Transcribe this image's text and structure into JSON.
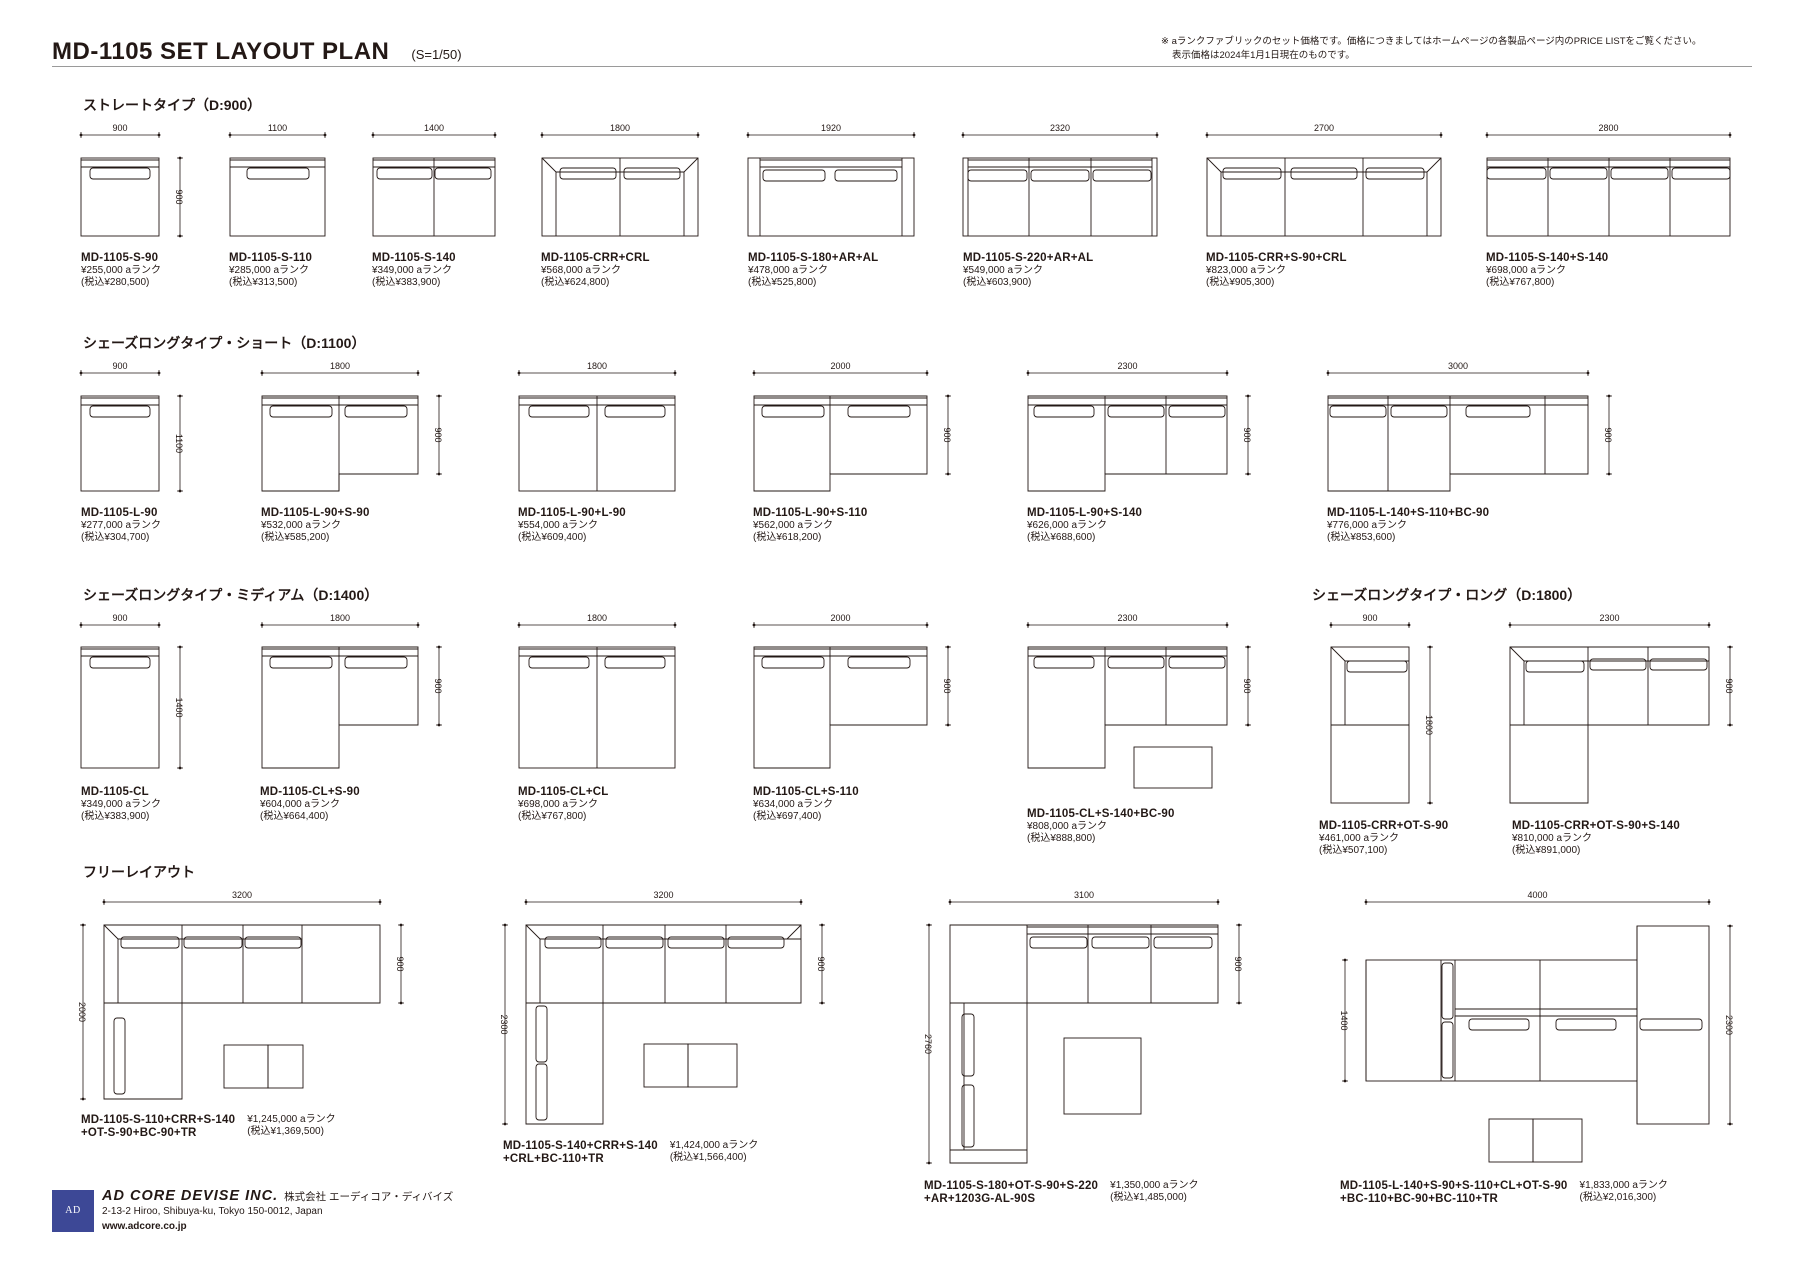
{
  "header": {
    "title": "MD-1105  SET LAYOUT PLAN",
    "scale": "(S=1/50)",
    "note_line1": "※ aランクファブリックのセット価格です。価格につきましてはホームページの各製品ページ内のPRICE LISTをご覧ください。",
    "note_line2": "表示価格は2024年1月1日現在のものです。"
  },
  "sections": {
    "straight": "ストレートタイプ（D:900）",
    "short": "シェーズロングタイプ・ショート（D:1100）",
    "medium": "シェーズロングタイプ・ミディアム（D:1400）",
    "long": "シェーズロングタイプ・ロング（D:1800）",
    "free": "フリーレイアウト"
  },
  "products": {
    "straight": [
      {
        "name": "MD-1105-S-90",
        "price": "¥255,000 aランク",
        "tax": "(税込¥280,500)"
      },
      {
        "name": "MD-1105-S-110",
        "price": "¥285,000 aランク",
        "tax": "(税込¥313,500)"
      },
      {
        "name": "MD-1105-S-140",
        "price": "¥349,000 aランク",
        "tax": "(税込¥383,900)"
      },
      {
        "name": "MD-1105-CRR+CRL",
        "price": "¥568,000 aランク",
        "tax": "(税込¥624,800)"
      },
      {
        "name": "MD-1105-S-180+AR+AL",
        "price": "¥478,000 aランク",
        "tax": "(税込¥525,800)"
      },
      {
        "name": "MD-1105-S-220+AR+AL",
        "price": "¥549,000 aランク",
        "tax": "(税込¥603,900)"
      },
      {
        "name": "MD-1105-CRR+S-90+CRL",
        "price": "¥823,000 aランク",
        "tax": "(税込¥905,300)"
      },
      {
        "name": "MD-1105-S-140+S-140",
        "price": "¥698,000 aランク",
        "tax": "(税込¥767,800)"
      }
    ],
    "short": [
      {
        "name": "MD-1105-L-90",
        "price": "¥277,000 aランク",
        "tax": "(税込¥304,700)"
      },
      {
        "name": "MD-1105-L-90+S-90",
        "price": "¥532,000 aランク",
        "tax": "(税込¥585,200)"
      },
      {
        "name": "MD-1105-L-90+L-90",
        "price": "¥554,000 aランク",
        "tax": "(税込¥609,400)"
      },
      {
        "name": "MD-1105-L-90+S-110",
        "price": "¥562,000 aランク",
        "tax": "(税込¥618,200)"
      },
      {
        "name": "MD-1105-L-90+S-140",
        "price": "¥626,000 aランク",
        "tax": "(税込¥688,600)"
      },
      {
        "name": "MD-1105-L-140+S-110+BC-90",
        "price": "¥776,000 aランク",
        "tax": "(税込¥853,600)"
      }
    ],
    "medium": [
      {
        "name": "MD-1105-CL",
        "price": "¥349,000 aランク",
        "tax": "(税込¥383,900)"
      },
      {
        "name": "MD-1105-CL+S-90",
        "price": "¥604,000 aランク",
        "tax": "(税込¥664,400)"
      },
      {
        "name": "MD-1105-CL+CL",
        "price": "¥698,000 aランク",
        "tax": "(税込¥767,800)"
      },
      {
        "name": "MD-1105-CL+S-110",
        "price": "¥634,000 aランク",
        "tax": "(税込¥697,400)"
      },
      {
        "name": "MD-1105-CL+S-140+BC-90",
        "price": "¥808,000 aランク",
        "tax": "(税込¥888,800)"
      }
    ],
    "long": [
      {
        "name": "MD-1105-CRR+OT-S-90",
        "price": "¥461,000 aランク",
        "tax": "(税込¥507,100)"
      },
      {
        "name": "MD-1105-CRR+OT-S-90+S-140",
        "price": "¥810,000 aランク",
        "tax": "(税込¥891,000)"
      }
    ],
    "free": [
      {
        "name1": "MD-1105-S-110+CRR+S-140",
        "name2": "+OT-S-90+BC-90+TR",
        "price": "¥1,245,000 aランク",
        "tax": "(税込¥1,369,500)"
      },
      {
        "name1": "MD-1105-S-140+CRR+S-140",
        "name2": "+CRL+BC-110+TR",
        "price": "¥1,424,000 aランク",
        "tax": "(税込¥1,566,400)"
      },
      {
        "name1": "MD-1105-S-180+OT-S-90+S-220",
        "name2": "+AR+1203G-AL-90S",
        "price": "¥1,350,000 aランク",
        "tax": "(税込¥1,485,000)"
      },
      {
        "name1": "MD-1105-L-140+S-90+S-110+CL+OT-S-90",
        "name2": "+BC-110+BC-90+BC-110+TR",
        "price": "¥1,833,000 aランク",
        "tax": "(税込¥2,016,300)"
      }
    ]
  },
  "dims": {
    "straight": [
      "900",
      "1100",
      "1400",
      "1800",
      "1920",
      "2320",
      "2700",
      "2800"
    ],
    "straight_depth": "900",
    "short": [
      "900",
      "1800",
      "1800",
      "2000",
      "2300",
      "3000"
    ],
    "short_depth": [
      "1100",
      "900",
      "900",
      "900"
    ],
    "medium": [
      "900",
      "1800",
      "1800",
      "2000",
      "2300"
    ],
    "medium_depth": [
      "1400",
      "900",
      "900",
      "900"
    ],
    "long": [
      "900",
      "2300"
    ],
    "long_depth": [
      "1800",
      "900"
    ],
    "free_w": [
      "3200",
      "3200",
      "3100",
      "4000"
    ],
    "free_d": [
      "900",
      "2000",
      "900",
      "2300",
      "900",
      "2760",
      "1400",
      "2300"
    ]
  },
  "company": {
    "logo_text": "AD CORE",
    "name_en": "AD CORE DEVISE INC.",
    "name_ja": "株式会社 エーディコア・ディバイズ",
    "address": "2-13-2 Hiroo, Shibuya-ku, Tokyo 150-0012, Japan",
    "url": "www.adcore.co.jp"
  }
}
